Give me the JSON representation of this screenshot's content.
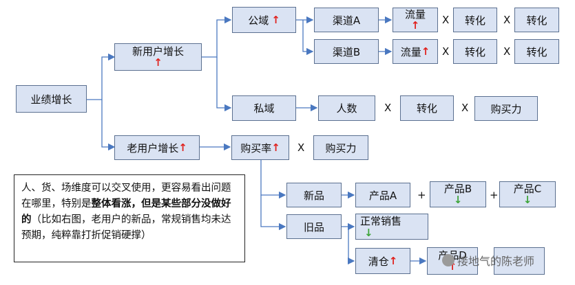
{
  "nodes": {
    "perf": "业绩增长",
    "new_user": "新用户增长",
    "old_user": "老用户增长",
    "public": "公域",
    "private": "私域",
    "channel_a": "渠道A",
    "channel_b": "渠道B",
    "traffic": "流量",
    "convert": "转化",
    "people": "人数",
    "buying_power": "购买力",
    "purchase_rate": "购买率",
    "new_product": "新品",
    "old_product": "旧品",
    "product_a": "产品A",
    "product_b": "产品B",
    "product_c": "产品C",
    "product_d": "产品D",
    "regular_sales": "正常销售",
    "clearance": "清仓"
  },
  "operators": {
    "times": "X",
    "plus": "+"
  },
  "indicators": {
    "up_arrow": "↑",
    "down_arrow": "↓"
  },
  "note": {
    "part1": "人、货、场维度可以交叉使用，更容易看出问题在哪里，特别是",
    "bold": "整体看涨，但是某些部分没做好的",
    "part2": "（比如右图，老用户的新品，常规销售均未达预期，纯粹靠打折促销硬撑）"
  },
  "watermark": "接地气的陈老师",
  "colors": {
    "box_fill": "#dae3f3",
    "box_border": "#5a6f8f",
    "line": "#4a78c0",
    "up": "#e0211d",
    "down": "#3ea53a"
  }
}
